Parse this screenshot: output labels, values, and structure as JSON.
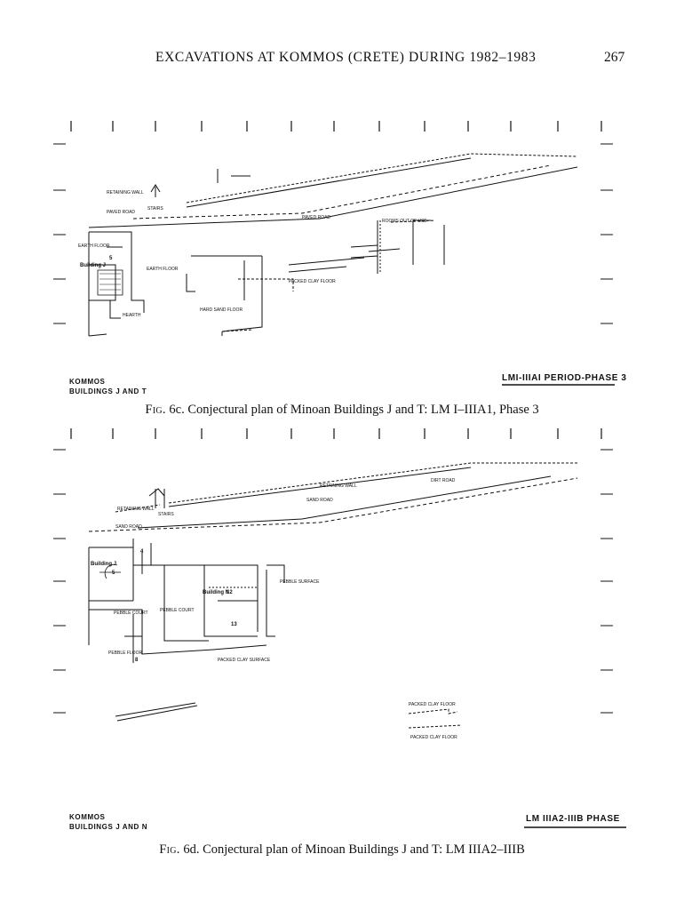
{
  "header": {
    "running_title": "EXCAVATIONS AT KOMMOS (CRETE) DURING 1982–1983",
    "page_number": "267"
  },
  "figures": [
    {
      "site_label_1": "KOMMOS",
      "site_label_2": "BUILDINGS J AND T",
      "phase_title": "LMI-IIIAI PERIOD-PHASE 3",
      "plan_labels": {
        "building": "Building J",
        "room": "5",
        "paved_road": "PAVED ROAD",
        "paved_road_2": "PAVED ROAD",
        "retaining_wall": "RETAINING WALL",
        "earth_floor": "EARTH FLOOR",
        "earth_floor_2": "EARTH FLOOR",
        "hard_sand_floor": "HARD SAND FLOOR",
        "packed_clay_floor": "PACKED CLAY FLOOR",
        "rooms_out_of_use": "ROOMS OUT OF USE",
        "stairs": "STAIRS",
        "hearth": "HEARTH"
      },
      "caption_prefix": "Fig.",
      "caption_text": " 6c. Conjectural plan of Minoan Buildings J and T: LM I–IIIA1, Phase 3"
    },
    {
      "site_label_1": "KOMMOS",
      "site_label_2": "BUILDINGS J AND N",
      "phase_title": "LM IIIA2-IIIB PHASE",
      "plan_labels": {
        "building": "Building J",
        "building_n": "Building N",
        "room_4": "4",
        "room_5": "5",
        "room_8": "8",
        "room_12": "12",
        "room_13": "13",
        "sand_road": "SAND ROAD",
        "sand_road_2": "SAND ROAD",
        "dirt_road": "DIRT ROAD",
        "retaining_wall": "RETAINING WALL",
        "retaining_wall_2": "RETAINING WALL",
        "pebble_court": "PEBBLE COURT",
        "pebble_court_2": "PEBBLE COURT",
        "pebble_surface": "PEBBLE SURFACE",
        "pebble_floor": "PEBBLE FLOOR",
        "packed_clay_surface": "PACKED CLAY SURFACE",
        "packed_clay_floor": "PACKED CLAY FLOOR",
        "packed_clay_floor_2": "PACKED CLAY FLOOR",
        "stairs": "STAIRS"
      },
      "caption_prefix": "Fig.",
      "caption_text": " 6d. Conjectural plan of Minoan Buildings J and T: LM IIIA2–IIIB"
    }
  ]
}
